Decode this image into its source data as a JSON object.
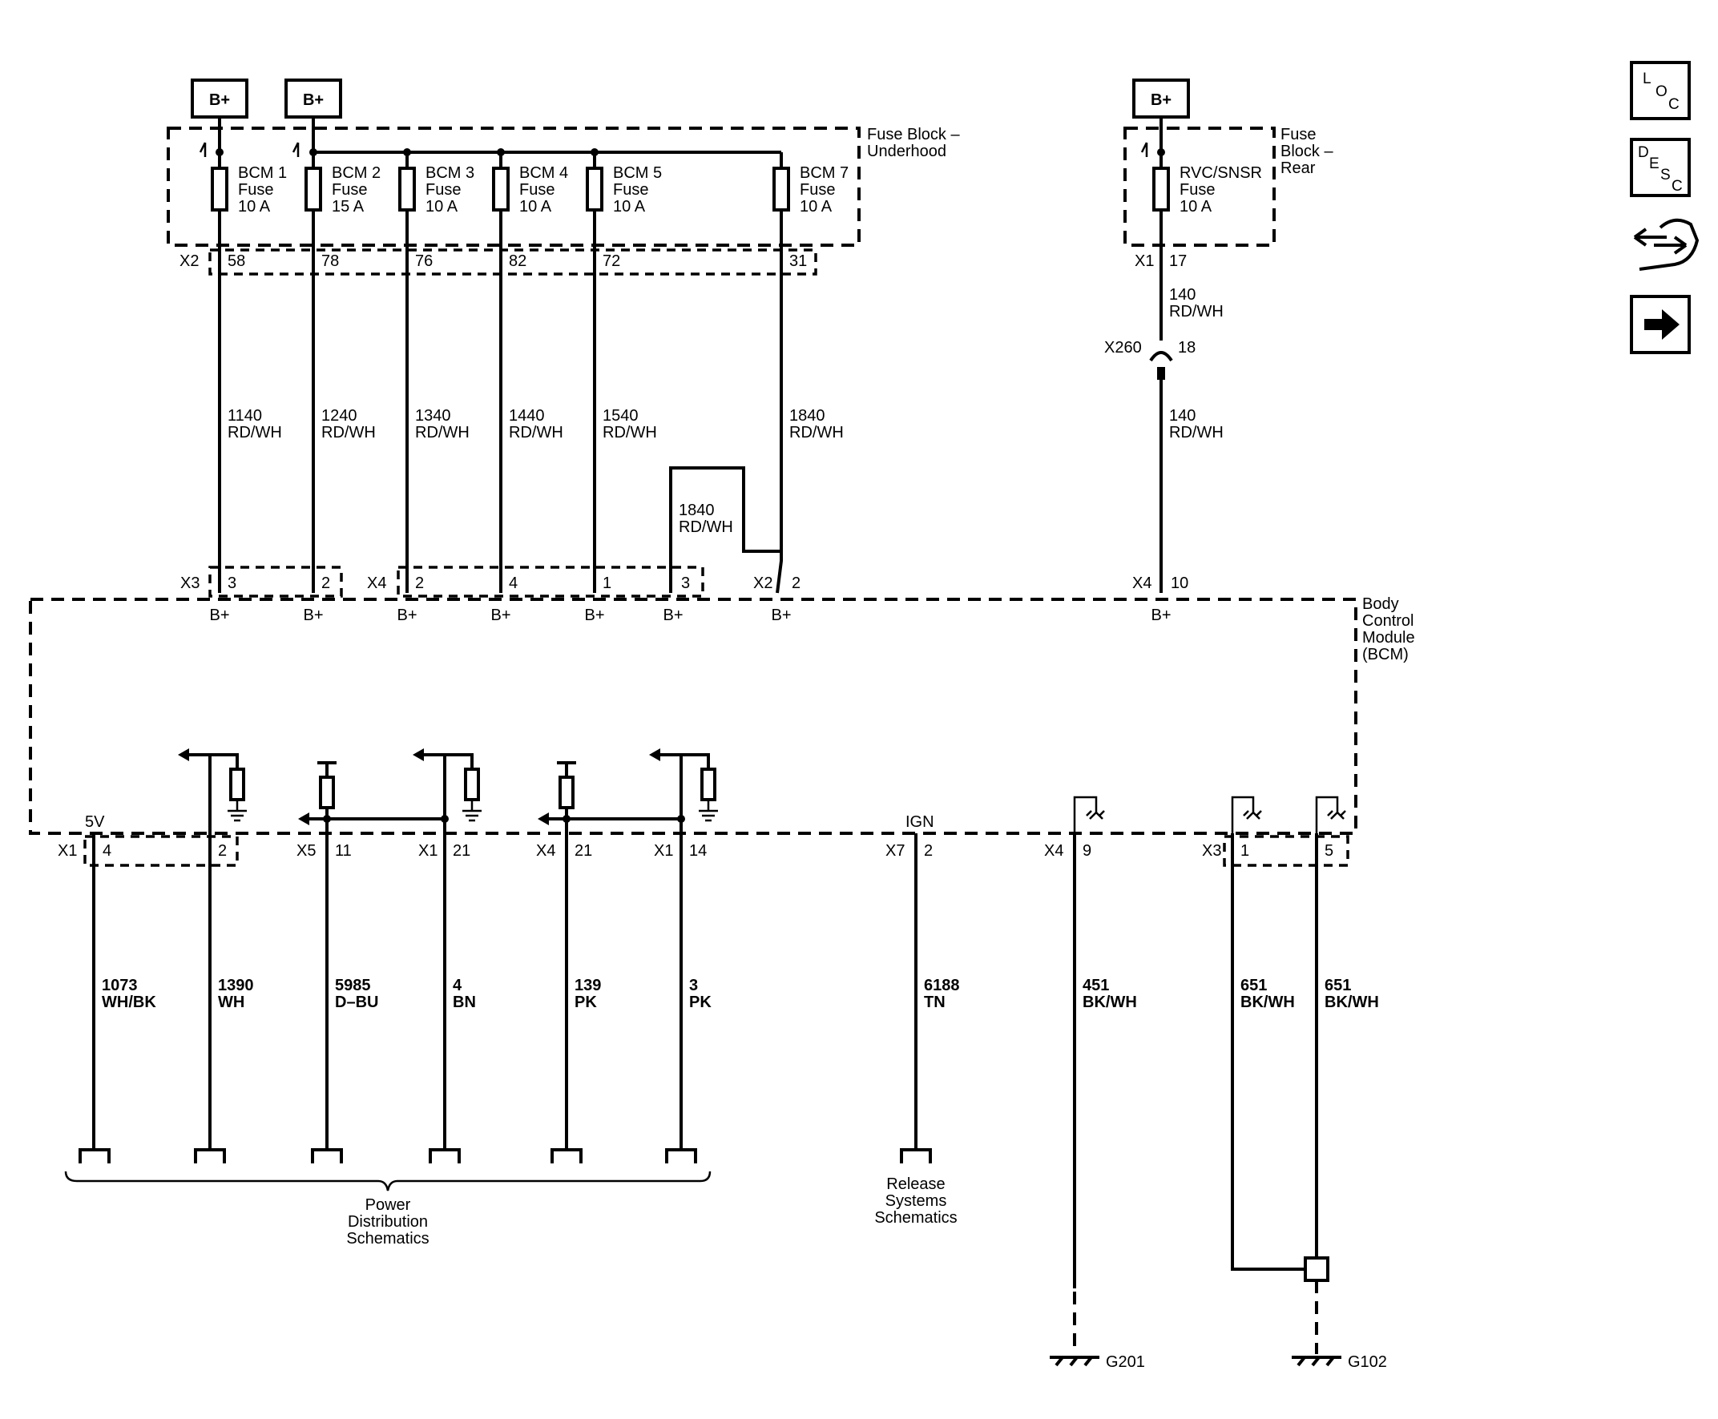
{
  "supply": {
    "label": "B+"
  },
  "fuse_block_underhood": {
    "line1": "Fuse Block –",
    "line2": "Underhood",
    "connector": "X2"
  },
  "fuse_block_rear": {
    "line1": "Fuse",
    "line2": "Block –",
    "line3": "Rear",
    "connector": "X1"
  },
  "fuses": [
    {
      "name": "BCM 1",
      "type": "Fuse",
      "rating": "10 A",
      "pin": "58",
      "circuit": "1140",
      "color": "RD/WH"
    },
    {
      "name": "BCM 2",
      "type": "Fuse",
      "rating": "15 A",
      "pin": "78",
      "circuit": "1240",
      "color": "RD/WH"
    },
    {
      "name": "BCM 3",
      "type": "Fuse",
      "rating": "10 A",
      "pin": "76",
      "circuit": "1340",
      "color": "RD/WH"
    },
    {
      "name": "BCM 4",
      "type": "Fuse",
      "rating": "10 A",
      "pin": "82",
      "circuit": "1440",
      "color": "RD/WH"
    },
    {
      "name": "BCM 5",
      "type": "Fuse",
      "rating": "10 A",
      "pin": "72",
      "circuit": "1540",
      "color": "RD/WH"
    },
    {
      "name": "BCM 7",
      "type": "Fuse",
      "rating": "10 A",
      "pin": "31",
      "circuit": "1840",
      "color": "RD/WH"
    },
    {
      "name": "RVC/SNSR",
      "type": "Fuse",
      "rating": "10 A",
      "pin": "17",
      "circuit": "140",
      "color": "RD/WH"
    }
  ],
  "jumper": {
    "circuit": "1840",
    "color": "RD/WH"
  },
  "inline_connector": {
    "name": "X260",
    "pin": "18",
    "circuit": "140",
    "color": "RD/WH"
  },
  "bcm": {
    "line1": "Body",
    "line2": "Control",
    "line3": "Module",
    "line4": "(BCM)",
    "pin_label": "B+",
    "ign_label": "IGN",
    "v5_label": "5V"
  },
  "bcm_top_connectors": [
    {
      "conn": "X3",
      "pin": "3"
    },
    {
      "conn": "",
      "pin": "2"
    },
    {
      "conn": "X4",
      "pin": "2"
    },
    {
      "conn": "",
      "pin": "4"
    },
    {
      "conn": "",
      "pin": "1"
    },
    {
      "conn": "",
      "pin": "3"
    },
    {
      "conn": "X2",
      "pin": "2"
    },
    {
      "conn": "X4",
      "pin": "10"
    }
  ],
  "bottom_wires": [
    {
      "conn": "X1",
      "pin": "4",
      "circuit": "1073",
      "color": "WH/BK"
    },
    {
      "conn": "",
      "pin": "2",
      "circuit": "1390",
      "color": "WH"
    },
    {
      "conn": "X5",
      "pin": "11",
      "circuit": "5985",
      "color": "D–BU"
    },
    {
      "conn": "X1",
      "pin": "21",
      "circuit": "4",
      "color": "BN"
    },
    {
      "conn": "X4",
      "pin": "21",
      "circuit": "139",
      "color": "PK"
    },
    {
      "conn": "X1",
      "pin": "14",
      "circuit": "3",
      "color": "PK"
    },
    {
      "conn": "X7",
      "pin": "2",
      "circuit": "6188",
      "color": "TN"
    },
    {
      "conn": "X4",
      "pin": "9",
      "circuit": "451",
      "color": "BK/WH"
    },
    {
      "conn": "X3",
      "pin": "1",
      "circuit": "651",
      "color": "BK/WH"
    },
    {
      "conn": "",
      "pin": "5",
      "circuit": "651",
      "color": "BK/WH"
    }
  ],
  "refs": {
    "power_dist": {
      "line1": "Power",
      "line2": "Distribution",
      "line3": "Schematics"
    },
    "release": {
      "line1": "Release",
      "line2": "Systems",
      "line3": "Schematics"
    }
  },
  "grounds": [
    {
      "name": "G201"
    },
    {
      "name": "G102"
    }
  ],
  "side_icons": {
    "loc": {
      "l1": "L",
      "l2": "O",
      "l3": "C"
    },
    "desc": {
      "l1": "D",
      "l2": "E",
      "l3": "S",
      "l4": "C"
    }
  }
}
